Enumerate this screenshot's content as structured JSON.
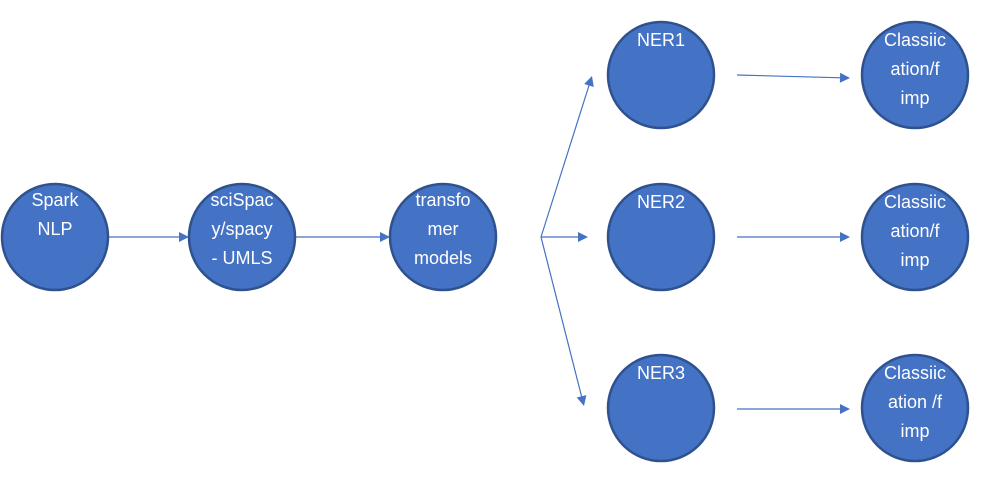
{
  "diagram": {
    "nodes": [
      {
        "id": "spark",
        "lines": [
          "Spark",
          "NLP"
        ]
      },
      {
        "id": "scispacy",
        "lines": [
          "sciSpac",
          "y/spacy",
          "- UMLS"
        ]
      },
      {
        "id": "transformer",
        "lines": [
          "transfo",
          "mer",
          "models"
        ]
      },
      {
        "id": "ner1",
        "lines": [
          "NER1"
        ]
      },
      {
        "id": "ner2",
        "lines": [
          "NER2"
        ]
      },
      {
        "id": "ner3",
        "lines": [
          "NER3"
        ]
      },
      {
        "id": "class1",
        "lines": [
          "Classiic",
          "ation/f",
          "imp"
        ]
      },
      {
        "id": "class2",
        "lines": [
          "Classiic",
          "ation/f",
          "imp"
        ]
      },
      {
        "id": "class3",
        "lines": [
          "Classiic",
          "ation /f",
          "imp"
        ]
      }
    ],
    "edges": [
      {
        "from": "spark",
        "to": "scispacy"
      },
      {
        "from": "scispacy",
        "to": "transformer"
      },
      {
        "from": "transformer",
        "to": "ner1"
      },
      {
        "from": "transformer",
        "to": "ner2"
      },
      {
        "from": "transformer",
        "to": "ner3"
      },
      {
        "from": "ner1",
        "to": "class1"
      },
      {
        "from": "ner2",
        "to": "class2"
      },
      {
        "from": "ner3",
        "to": "class3"
      }
    ],
    "colors": {
      "node_fill": "#4472c4",
      "node_stroke": "#2f528f",
      "edge": "#4472c4",
      "text": "#ffffff"
    }
  }
}
